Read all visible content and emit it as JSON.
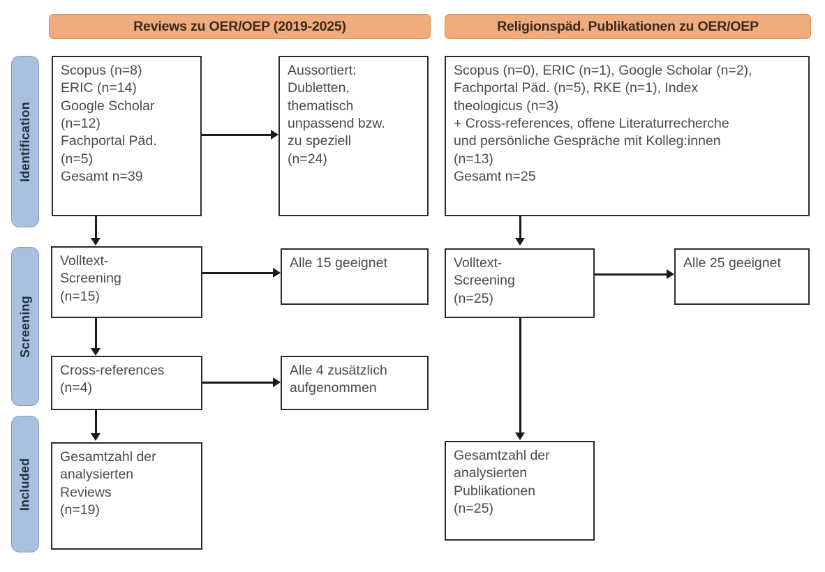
{
  "figure": {
    "type": "prisma-flow-diagram",
    "background": "#ffffff",
    "colors": {
      "banner_fill": "#F0AC7D",
      "banner_border": "#D98A52",
      "stage_fill": "#A9C0DE",
      "stage_border": "#7E9CC4",
      "node_border": "#2b2b2b",
      "node_text": "#4a4a4a",
      "connector": "#1a1a1a"
    }
  },
  "stages": [
    {
      "label": "Identification"
    },
    {
      "label": "Screening"
    },
    {
      "label": "Included"
    }
  ],
  "columns": [
    {
      "banner": "Reviews zu OER/OEP (2019-2025)"
    },
    {
      "banner": "Religionspäd. Publikationen zu OER/OEP"
    }
  ],
  "nodes": {
    "left_identification": {
      "lines": [
        "Scopus (n=8)",
        "ERIC (n=14)",
        "Google Scholar",
        "(n=12)",
        "Fachportal Päd.",
        "(n=5)",
        "Gesamt n=39"
      ]
    },
    "left_excluded": {
      "lines": [
        "Aussortiert:",
        "Dubletten,",
        "thematisch",
        "unpassend bzw.",
        "zu speziell",
        "(n=24)"
      ]
    },
    "left_screening": {
      "lines": [
        "Volltext-",
        "Screening",
        "(n=15)"
      ]
    },
    "left_screening_result": {
      "lines": [
        "Alle 15 geeignet"
      ]
    },
    "left_crossrefs": {
      "lines": [
        "Cross-references",
        "(n=4)"
      ]
    },
    "left_crossrefs_result": {
      "lines": [
        "Alle 4 zusätzlich",
        "aufgenommen"
      ]
    },
    "left_included": {
      "lines": [
        "Gesamtzahl der",
        "analysierten",
        "Reviews",
        "(n=19)"
      ]
    },
    "right_identification": {
      "lines": [
        "Scopus (n=0), ERIC (n=1), Google Scholar (n=2),",
        "Fachportal Päd. (n=5), RKE (n=1), Index",
        "theologicus (n=3)",
        "+ Cross-references, offene Literaturrecherche",
        "und persönliche Gespräche mit Kolleg:innen",
        "(n=13)",
        "Gesamt n=25"
      ]
    },
    "right_screening": {
      "lines": [
        "Volltext-",
        "Screening",
        "(n=25)"
      ]
    },
    "right_screening_result": {
      "lines": [
        "Alle 25 geeignet"
      ]
    },
    "right_included": {
      "lines": [
        "Gesamtzahl der",
        "analysierten",
        "Publikationen",
        "(n=25)"
      ]
    }
  }
}
